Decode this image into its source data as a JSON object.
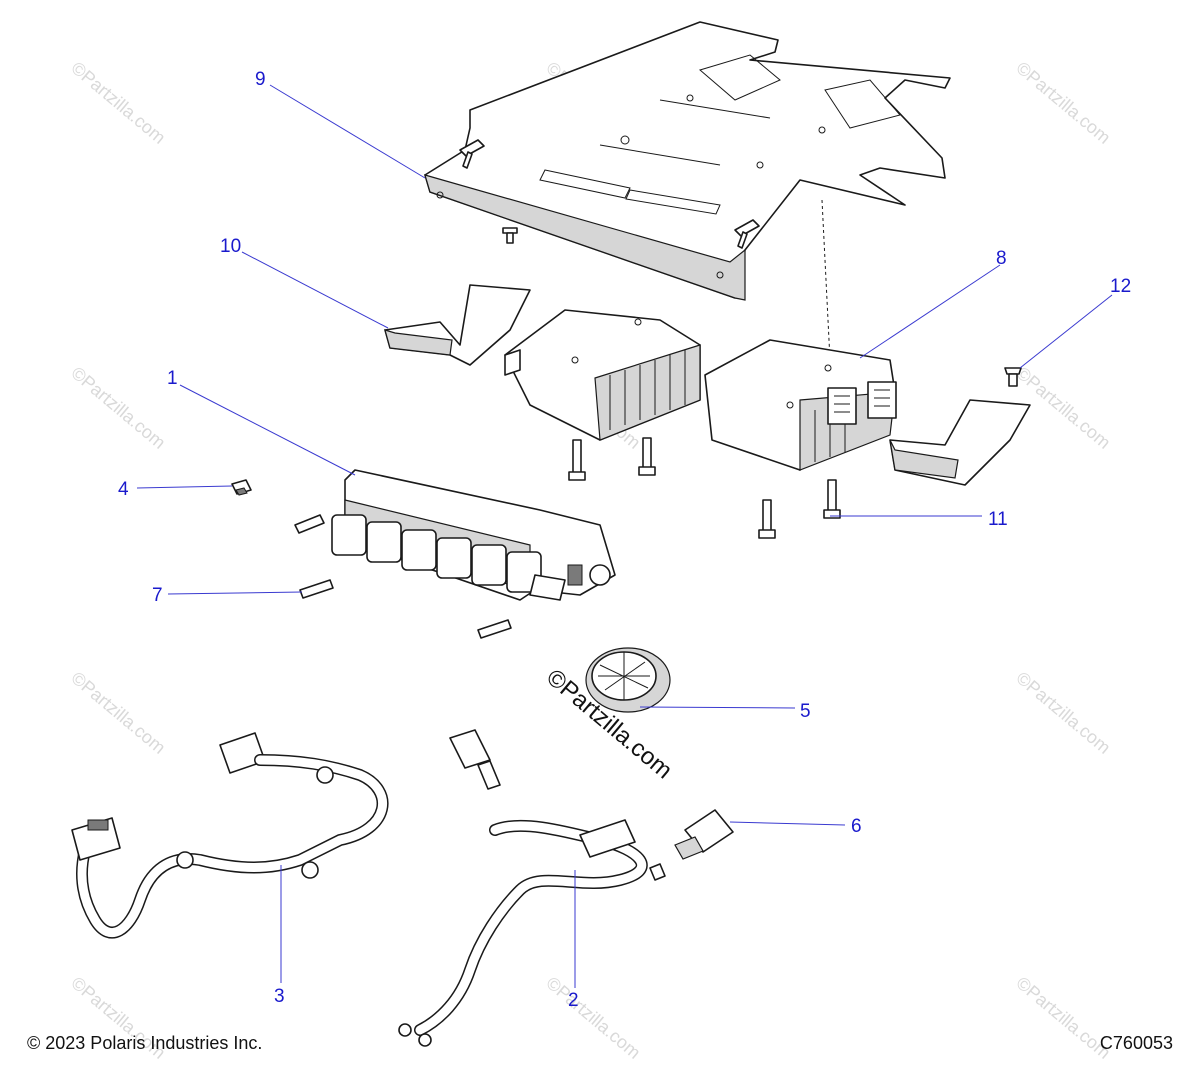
{
  "callouts": [
    "1",
    "2",
    "3",
    "4",
    "5",
    "6",
    "7",
    "8",
    "9",
    "10",
    "11",
    "12"
  ],
  "watermark": "©Partzilla.com",
  "footer": {
    "copyright": "© 2023 Polaris Industries Inc.",
    "diagram_code": "C760053"
  },
  "colors": {
    "callout": "#1a1acc",
    "line": "#1a1a1a",
    "watermark": "#d9d9d9"
  }
}
